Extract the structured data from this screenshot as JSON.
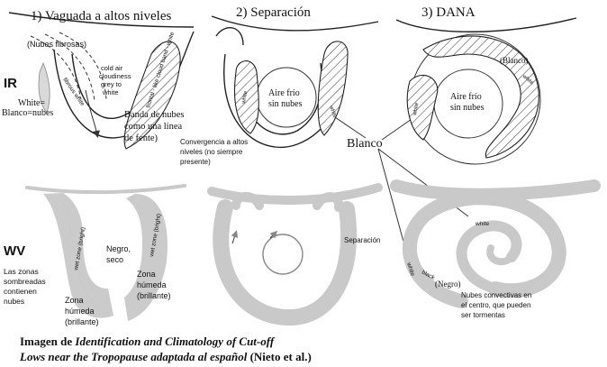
{
  "panels": {
    "p1_title": "1) Vaguada a altos niveles",
    "p2_title": "2) Separación",
    "p3_title": "3) DANA"
  },
  "row_labels": {
    "ir": "IR",
    "ir_note_1": "White=",
    "ir_note_2": "Blanco=nubes",
    "wv": "WV",
    "wv_note": [
      "Las zonas",
      "sombreadas",
      "contienen",
      "nubes"
    ]
  },
  "ir_labels": {
    "nubes_fibrosas": "(Nubes fibrosas)",
    "fibrous_white": "fibrous white",
    "cold_air": [
      "cold air",
      "cloudiness",
      "grey to",
      "white"
    ],
    "frontal_band": "frontal - like cloud band - white",
    "banda_nubes": [
      "Banda de nubes",
      "como una línea",
      "de fente)"
    ],
    "convergencia": [
      "Convergencia a altos",
      "niveles (no siempre",
      "presente)"
    ],
    "aire_frio_1": "Aire frío",
    "sin_nubes_1": "sin nubes",
    "white_a": "white",
    "white_b": "white",
    "blanco_center": "Blanco",
    "blanco_paren": "(Blanco)",
    "white_c": "white",
    "white_d": "white",
    "aire_frio_2": "Aire frío",
    "sin_nubes_2": "sin nubes"
  },
  "wv_labels": {
    "wet_zone_bright_1": "wet zone (bright)",
    "wet_zone_bright_2": "wet zone (bright)",
    "negro_seco": [
      "Negro,",
      "seco"
    ],
    "zona_humeda_right": [
      "Zona",
      "húmeda",
      "(brillante)"
    ],
    "zona_humeda_left": [
      "Zona",
      "húmeda",
      "(brillante)"
    ],
    "separacion": "Separación",
    "white_e": "white",
    "white_f": "white",
    "black": "black",
    "negro_paren": "(Negro)",
    "nubes_convectivas": [
      "Nubes convectivas en",
      "el centro, que pueden",
      "ser tormentas"
    ]
  },
  "caption": {
    "line1_bold": "Imagen de ",
    "line1_italic": "Identification and Climatology of Cut-off",
    "line2_italic": "Lows near the Tropopause adaptada al español",
    "line2_bold": " (Nieto et al.)"
  }
}
